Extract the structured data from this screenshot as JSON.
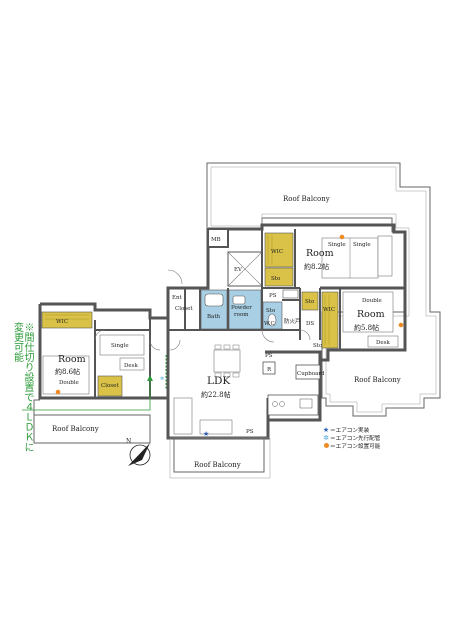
{
  "rooms": {
    "ldk": {
      "name": "LDK",
      "size": "約22.8帖"
    },
    "room1": {
      "name": "Room",
      "size": "約8.2帖"
    },
    "room2": {
      "name": "Room",
      "size": "約5.8帖"
    },
    "room3": {
      "name": "Room",
      "size": "約8.6帖"
    }
  },
  "labels": {
    "roof_balcony_top": "Roof Balcony",
    "roof_balcony_right": "Roof Balcony",
    "roof_balcony_left": "Roof Balcony",
    "roof_balcony_bottom": "Roof Balcony",
    "mb": "MB",
    "ev": "EV",
    "ent": "Ent",
    "closet_ent": "Closet",
    "bath": "Bath",
    "powder": "Powder",
    "powder2": "room",
    "ps1": "PS",
    "sto_top": "Sto",
    "wc": "W.C",
    "wic_room1": "WIC",
    "sto_room1": "Sto",
    "sto_room2": "Sto",
    "fire_door": "防火戸",
    "ds": "DS",
    "wic_room2": "WIC",
    "sto_small": "Sto",
    "ps2": "PS",
    "r": "R",
    "cupboard": "Cupboard",
    "wic_room3": "WIC",
    "closet_room3": "Closet",
    "desk_room3": "Desk",
    "single_room3": "Single",
    "double_room3": "Double",
    "ps_ldk": "PS",
    "single_a": "Single",
    "single_b": "Single",
    "double_room2": "Double",
    "desk_room2": "Desk"
  },
  "note": "※間仕切り設置で４ＬＤＫに変更可能",
  "legend": {
    "installed": "＝エアコン実装",
    "piping": "＝エアコン先行配管",
    "possible": "＝エアコン設置可能"
  },
  "colors": {
    "wall": "#555555",
    "storage": "#d9c247",
    "bath": "#a9cfe4",
    "note_green": "#2d9b3a",
    "aircon_installed": "#2a5fb8",
    "aircon_piping": "#4aa3d8",
    "aircon_possible": "#f08a24"
  }
}
